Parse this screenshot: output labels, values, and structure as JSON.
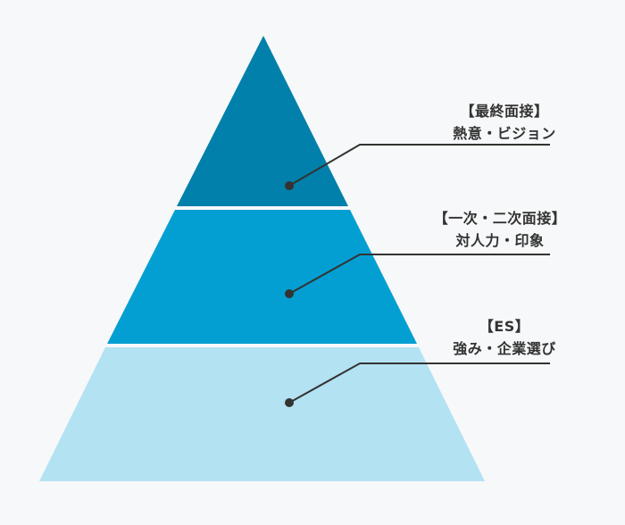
{
  "diagram": {
    "type": "pyramid",
    "background": "#f7f8f9",
    "line_color": "#333333",
    "tiers": [
      {
        "level": "top",
        "title": "【最終面接】",
        "subtitle": "熱意・ビジョン",
        "color": "#0080aa"
      },
      {
        "level": "middle",
        "title": "【一次・二次面接】",
        "subtitle": "対人力・印象",
        "color": "#039fd3"
      },
      {
        "level": "bottom",
        "title": "【ES】",
        "subtitle": "強み・企業選び",
        "color": "#b3e2f2"
      }
    ]
  }
}
